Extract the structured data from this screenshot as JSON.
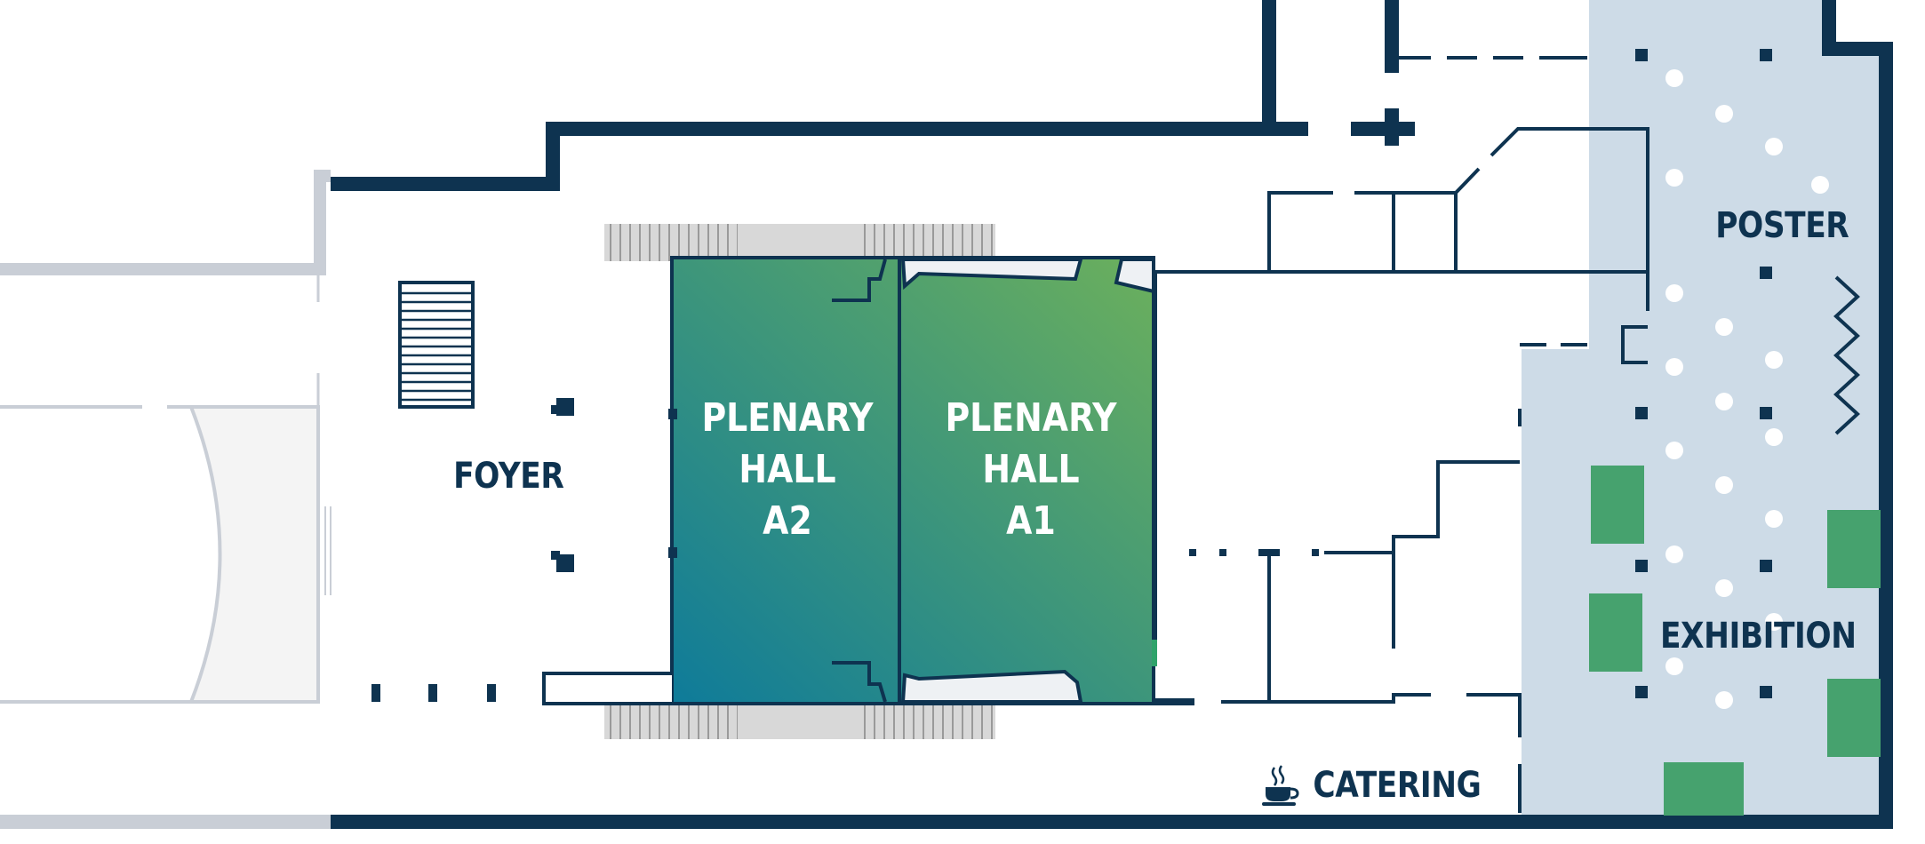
{
  "map": {
    "colors": {
      "wall": "#0e3350",
      "outer_wall_light": "#c9ced6",
      "zone_blue": "#cddbe7",
      "stand_green": "#46a26e",
      "hall_gradient_start": "#0e7b9a",
      "hall_gradient_end": "#6cb05c",
      "stairs": "#d8d8d8",
      "text_dark": "#0e3350",
      "text_light": "#ffffff"
    },
    "rooms": {
      "foyer": "FOYER",
      "hall_a2": [
        "PLENARY",
        "HALL",
        "A2"
      ],
      "hall_a1": [
        "PLENARY",
        "HALL",
        "A1"
      ],
      "poster": "POSTER",
      "exhibition": "EXHIBITION",
      "catering": "CATERING"
    },
    "icons": {
      "catering": "coffee-cup-icon"
    }
  }
}
